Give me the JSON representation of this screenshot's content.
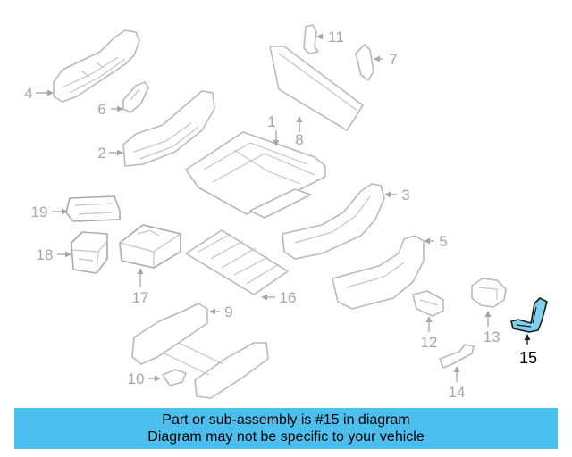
{
  "diagram": {
    "callouts": [
      {
        "id": "1",
        "label": "1"
      },
      {
        "id": "2",
        "label": "2"
      },
      {
        "id": "3",
        "label": "3"
      },
      {
        "id": "4",
        "label": "4"
      },
      {
        "id": "5",
        "label": "5"
      },
      {
        "id": "6",
        "label": "6"
      },
      {
        "id": "7",
        "label": "7"
      },
      {
        "id": "8",
        "label": "8"
      },
      {
        "id": "9",
        "label": "9"
      },
      {
        "id": "10",
        "label": "10"
      },
      {
        "id": "11",
        "label": "11"
      },
      {
        "id": "12",
        "label": "12"
      },
      {
        "id": "13",
        "label": "13"
      },
      {
        "id": "14",
        "label": "14"
      },
      {
        "id": "15",
        "label": "15"
      },
      {
        "id": "16",
        "label": "16"
      },
      {
        "id": "17",
        "label": "17"
      },
      {
        "id": "18",
        "label": "18"
      },
      {
        "id": "19",
        "label": "19"
      }
    ],
    "highlighted_part": "15",
    "highlight_color": "#7fd0ef"
  },
  "banner": {
    "line1": "Part or sub-assembly is #15 in diagram",
    "line2": "Diagram may not be specific to your vehicle",
    "background": "#4dbfee"
  }
}
